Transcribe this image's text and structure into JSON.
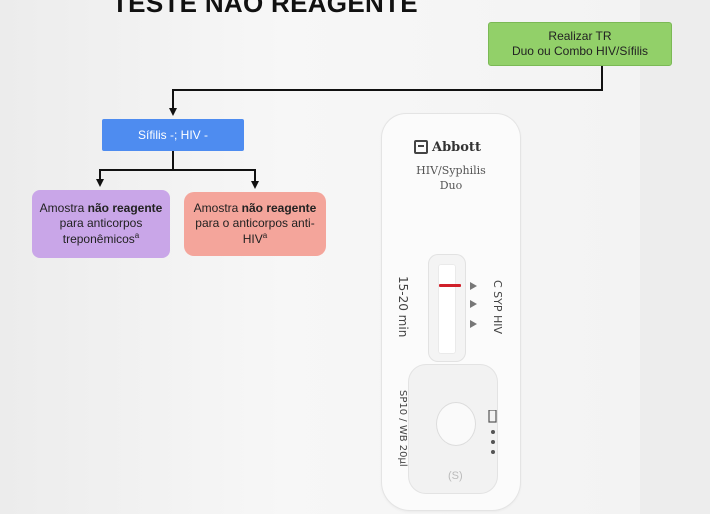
{
  "title": "TESTE NÃO REAGENTE",
  "nodes": {
    "start": {
      "line1": "Realizar TR",
      "line2": "Duo ou Combo HIV/Sífilis"
    },
    "result": {
      "text": "Sífilis -; HIV -"
    },
    "left": {
      "pre": "Amostra ",
      "bold": "não reagente",
      "post": " para anticorpos treponêmicos",
      "sup": "a"
    },
    "right": {
      "pre": "Amostra ",
      "bold": "não reagente",
      "post": " para o anticorpos anti-HIV",
      "sup": "a"
    }
  },
  "device": {
    "brand": "Abbott",
    "product_line1": "HIV/Syphilis",
    "product_line2": "Duo",
    "time_label": "15-20 min",
    "markers": "C  SYP HIV",
    "volume_label": "SP10 / WB 20μl",
    "sample_label": "(S)"
  },
  "colors": {
    "start": "#92d069",
    "result": "#4e8cf0",
    "left": "#c9a6e8",
    "right": "#f4a59b",
    "control_line": "#d0202a"
  }
}
